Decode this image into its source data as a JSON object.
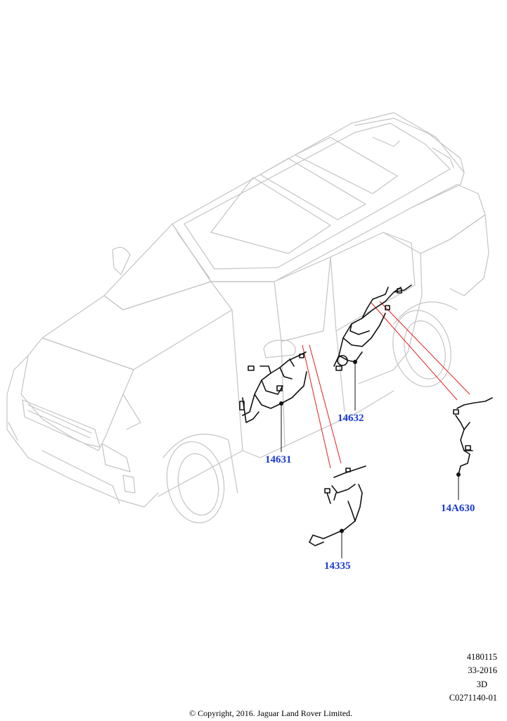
{
  "callouts": [
    {
      "id": "14631",
      "label": "14631"
    },
    {
      "id": "14632",
      "label": "14632"
    },
    {
      "id": "14A630",
      "label": "14A630"
    },
    {
      "id": "14335",
      "label": "14335"
    }
  ],
  "meta": {
    "ref": "4180115",
    "date_code": "33-2016",
    "view": "3D",
    "illustration": "C0271140-01"
  },
  "copyright": "© Copyright, 2016. Jaguar Land Rover Limited.",
  "colors": {
    "callout": "#1a3bd6",
    "leader_red": "#e02020",
    "vehicle_line": "#c4c4c4",
    "harness": "#111111"
  }
}
